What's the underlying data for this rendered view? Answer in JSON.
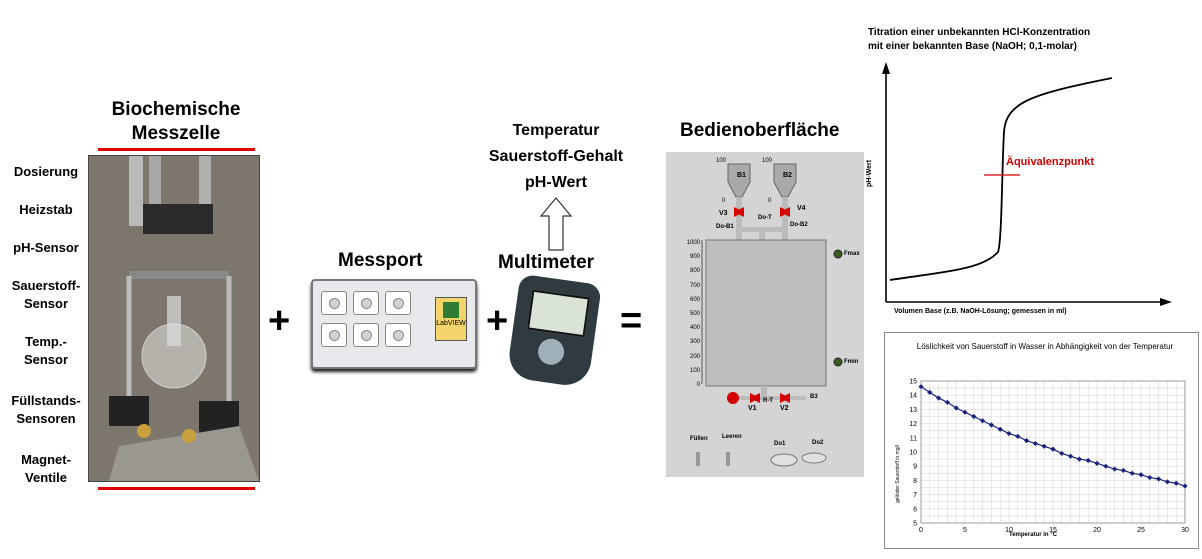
{
  "bio": {
    "title": "Biochemische Messzelle",
    "labels": [
      "Dosierung",
      "Heizstab",
      "pH-Sensor",
      "Sauerstoff-\nSensor",
      "Temp.-\nSensor",
      "Füllstands-\nSensoren",
      "Magnet-\nVentile"
    ]
  },
  "messport": {
    "title": "Messport",
    "logo": "LabVIEW"
  },
  "multimeter": {
    "title": "Multimeter",
    "outputs": [
      "Temperatur",
      "Sauerstoff-Gehalt",
      "pH-Wert"
    ]
  },
  "operators": {
    "plus": "+",
    "equals": "="
  },
  "gui": {
    "title": "Bedienoberfläche",
    "tanks": [
      "B1",
      "B2"
    ],
    "tank_level_top": "100",
    "tank_level_bottom": "0",
    "valves_top": [
      "V3",
      "V4"
    ],
    "pipes_top": [
      "Do-B1",
      "Do-T",
      "Do-B2"
    ],
    "scale": [
      "1000",
      "900",
      "800",
      "700",
      "600",
      "500",
      "400",
      "300",
      "200",
      "100",
      "0"
    ],
    "sensors": [
      "Fmax",
      "Fmin"
    ],
    "valves_bottom": [
      "V1",
      "R-T",
      "V2",
      "B3"
    ],
    "switches": [
      "Füllen",
      "Leeren"
    ],
    "buttons": [
      "Do1",
      "Do2"
    ]
  },
  "titration": {
    "title": "Titration einer unbekannten HCl-Konzentration\nmit einer bekannten Base (NaOH; 0,1-molar)",
    "ylabel": "pH-Wert",
    "xlabel": "Volumen Base (z.B. NaOH-Lösung; gemessen in ml)",
    "annotation": "Äquivalenzpunkt"
  },
  "chart_data": {
    "type": "line",
    "title": "Löslichkeit von Sauerstoff in Wasser in Abhängigkeit von der Temperatur",
    "xlabel": "Temperatur in °C",
    "ylabel": "gelöster Sauerstoff in mg/l",
    "xlim": [
      0,
      30
    ],
    "ylim": [
      5,
      15
    ],
    "xticks": [
      0,
      5,
      10,
      15,
      20,
      25,
      30
    ],
    "yticks": [
      5,
      6,
      7,
      8,
      9,
      10,
      11,
      12,
      13,
      14,
      15
    ],
    "grid": true,
    "color": "#1a237e",
    "x": [
      0,
      1,
      2,
      3,
      4,
      5,
      6,
      7,
      8,
      9,
      10,
      11,
      12,
      13,
      14,
      15,
      16,
      17,
      18,
      19,
      20,
      21,
      22,
      23,
      24,
      25,
      26,
      27,
      28,
      29,
      30
    ],
    "y": [
      14.6,
      14.2,
      13.8,
      13.5,
      13.1,
      12.8,
      12.5,
      12.2,
      11.9,
      11.6,
      11.3,
      11.1,
      10.8,
      10.6,
      10.4,
      10.2,
      9.9,
      9.7,
      9.5,
      9.4,
      9.2,
      9.0,
      8.8,
      8.7,
      8.5,
      8.4,
      8.2,
      8.1,
      7.9,
      7.8,
      7.6
    ]
  }
}
